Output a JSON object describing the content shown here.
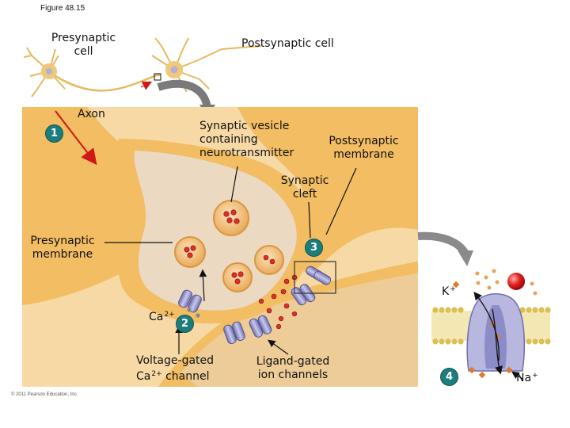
{
  "figure_label": "Figure 48.15",
  "labels": {
    "presynaptic_cell": [
      "Presynaptic",
      "cell"
    ],
    "postsynaptic_cell": "Postsynaptic cell",
    "axon": "Axon",
    "synaptic_vesicle": [
      "Synaptic vesicle",
      "containing",
      "neurotransmitter"
    ],
    "postsynaptic_membrane": [
      "Postsynaptic",
      "membrane"
    ],
    "synaptic_cleft": [
      "Synaptic",
      "cleft"
    ],
    "presynaptic_membrane": [
      "Presynaptic",
      "membrane"
    ],
    "voltage_gated": [
      "Voltage-gated"
    ],
    "ca_channel_prefix": "Ca",
    "ca_channel_charge": "2+",
    "ca_channel_suffix": " channel",
    "ligand_gated": [
      "Ligand-gated",
      "ion channels"
    ],
    "copyright": "© 2011 Pearson Education, Inc."
  },
  "ions": {
    "ca": {
      "symbol": "Ca",
      "charge": "2+"
    },
    "k": {
      "symbol": "K",
      "charge": "+"
    },
    "na": {
      "symbol": "Na",
      "charge": "+"
    }
  },
  "steps": [
    "1",
    "2",
    "3",
    "4"
  ],
  "colors": {
    "neuron": "#f2bd63",
    "neuron_dark": "#d99a3e",
    "cleft": "#f7d9a6",
    "cytoplasm": "#ebd9c2",
    "vesicle": "#f5c07a",
    "neurotransmitter": "#d9302a",
    "channel": "#8c8cc8",
    "badge": "#1d7d7d",
    "membrane_head": "#e3c95a",
    "ion_k": "#e8a35a"
  }
}
